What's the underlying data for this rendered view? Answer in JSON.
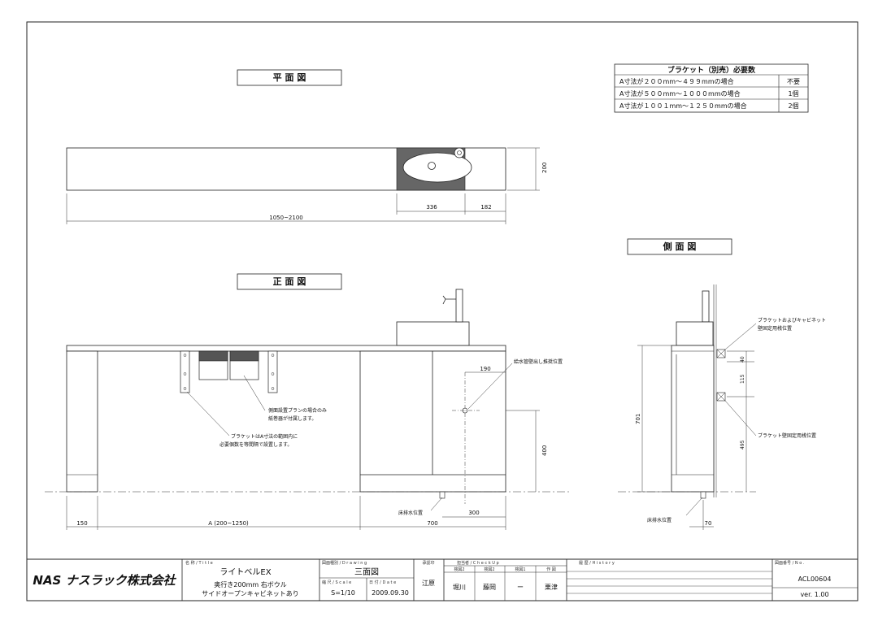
{
  "views": {
    "plan": "平 面 図",
    "front": "正 面 図",
    "side": "側 面 図"
  },
  "bracket_table": {
    "header": "ブラケット（別売）必要数",
    "rows": [
      {
        "condition": "A寸法が２００mm～４９９mmの場合",
        "count": "不要"
      },
      {
        "condition": "A寸法が５００mm～１０００mmの場合",
        "count": "1個"
      },
      {
        "condition": "A寸法が１００１mm～１２５０mmの場合",
        "count": "2個"
      }
    ]
  },
  "dimensions": {
    "plan_depth": "200",
    "plan_bowl_width": "336",
    "plan_right": "182",
    "plan_total": "1050~2100",
    "front_150": "150",
    "front_a": "A (200~1250)",
    "front_700": "700",
    "front_300": "300",
    "front_190": "190",
    "front_400": "400",
    "side_701": "701",
    "side_40": "40",
    "side_115": "115",
    "side_495": "495",
    "side_70": "70"
  },
  "annotations": {
    "water_supply": "給水管壁出し推奨位置",
    "floor_drain_front": "床排水位置",
    "floor_drain_side": "床排水位置",
    "paper_holder_1": "側面設置プランの場合のみ",
    "paper_holder_2": "紙巻器が付属します。",
    "bracket_note_1": "ブラケットはA寸法の範囲内に",
    "bracket_note_2": "必要個数を等間隔で設置します。",
    "side_top_1": "ブラケットおよびキャビネット",
    "side_top_2": "壁固定用桟位置",
    "side_bottom": "ブラケット壁固定用桟位置"
  },
  "title_block": {
    "logo": "NAS ナスラック株式会社",
    "title_label": "名 称 / T i t l e",
    "title": "ライトベルEX",
    "subtitle_1": "奥行き200mm 右ボウル",
    "subtitle_2": "サイドオープンキャビネットあり",
    "drawing_label": "図面種別 / D r a w i n g",
    "drawing": "三面図",
    "scale_label": "縮 尺 / S c a l e",
    "scale": "S=1/10",
    "date_label": "日 付 / D a t e",
    "date": "2009.09.30",
    "approver_label": "承認印",
    "approver": "江原",
    "check_label": "担当者 / C h e c k   U p",
    "check_cols": [
      "検図2",
      "検図2",
      "検図1",
      "作 図"
    ],
    "check_vals": [
      "堀川",
      "藤岡",
      "ー",
      "栗津"
    ],
    "history_label": "履 歴 / H i s t o r y",
    "no_label": "図面番号 / N o .",
    "number": "ACL00604",
    "version": "ver. 1.00"
  }
}
